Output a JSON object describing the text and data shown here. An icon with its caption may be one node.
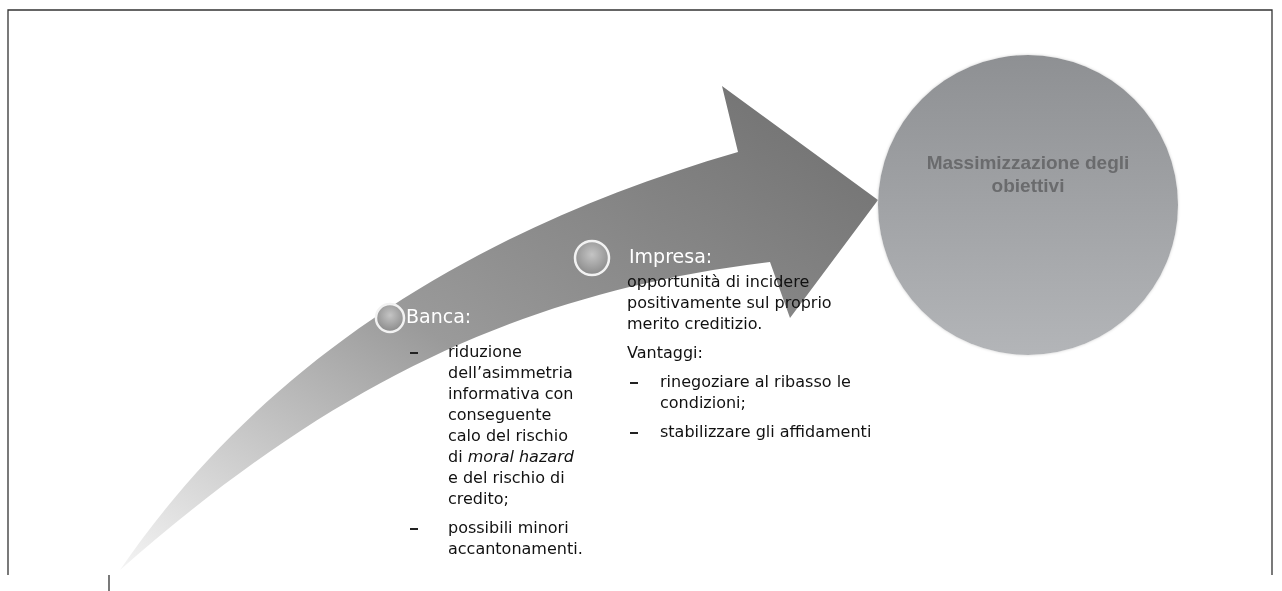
{
  "diagram": {
    "nodes": [
      {
        "text": [
          "Banca:"
        ],
        "beside": [
          "riduzione dell’asimmetria informativa con conseguente calo del rischio di *moral hazard* e del rischio di credito;",
          "possibili minori accantonamenti."
        ]
      },
      {
        "text": [
          "Impresa:"
        ],
        "beside": [
          "opportunità di incidere positivamente sul proprio merito creditizio.",
          "Vantaggi:",
          "rinegoziare al ribasso le condizioni;",
          "stabilizzare gli affidamenti"
        ]
      },
      {
        "text": [
          "Massimizzazione degli obiettivi"
        ]
      }
    ],
    "edges": [
      {
        "from": null,
        "to": 2,
        "arrow": "to",
        "style": "thick"
      }
    ]
  }
}
